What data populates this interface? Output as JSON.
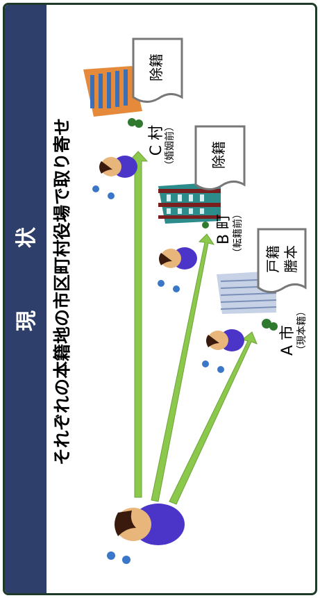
{
  "title": "現　状",
  "headline": "それぞれの本籍地の市区町村役場で取り寄せ",
  "offices": [
    {
      "name": "A 市",
      "note": "（現本籍）",
      "document_line1": "戸籍",
      "document_line2": "謄本"
    },
    {
      "name": "B 町",
      "note": "（転籍前）",
      "document_line1": "除籍",
      "document_line2": ""
    },
    {
      "name": "C 村",
      "note": "（婚姻前）",
      "document_line1": "除籍",
      "document_line2": ""
    }
  ],
  "colors": {
    "sidebar": "#2f3f6b",
    "arrow": "#8cc84b",
    "frame": "#1e3a28"
  }
}
